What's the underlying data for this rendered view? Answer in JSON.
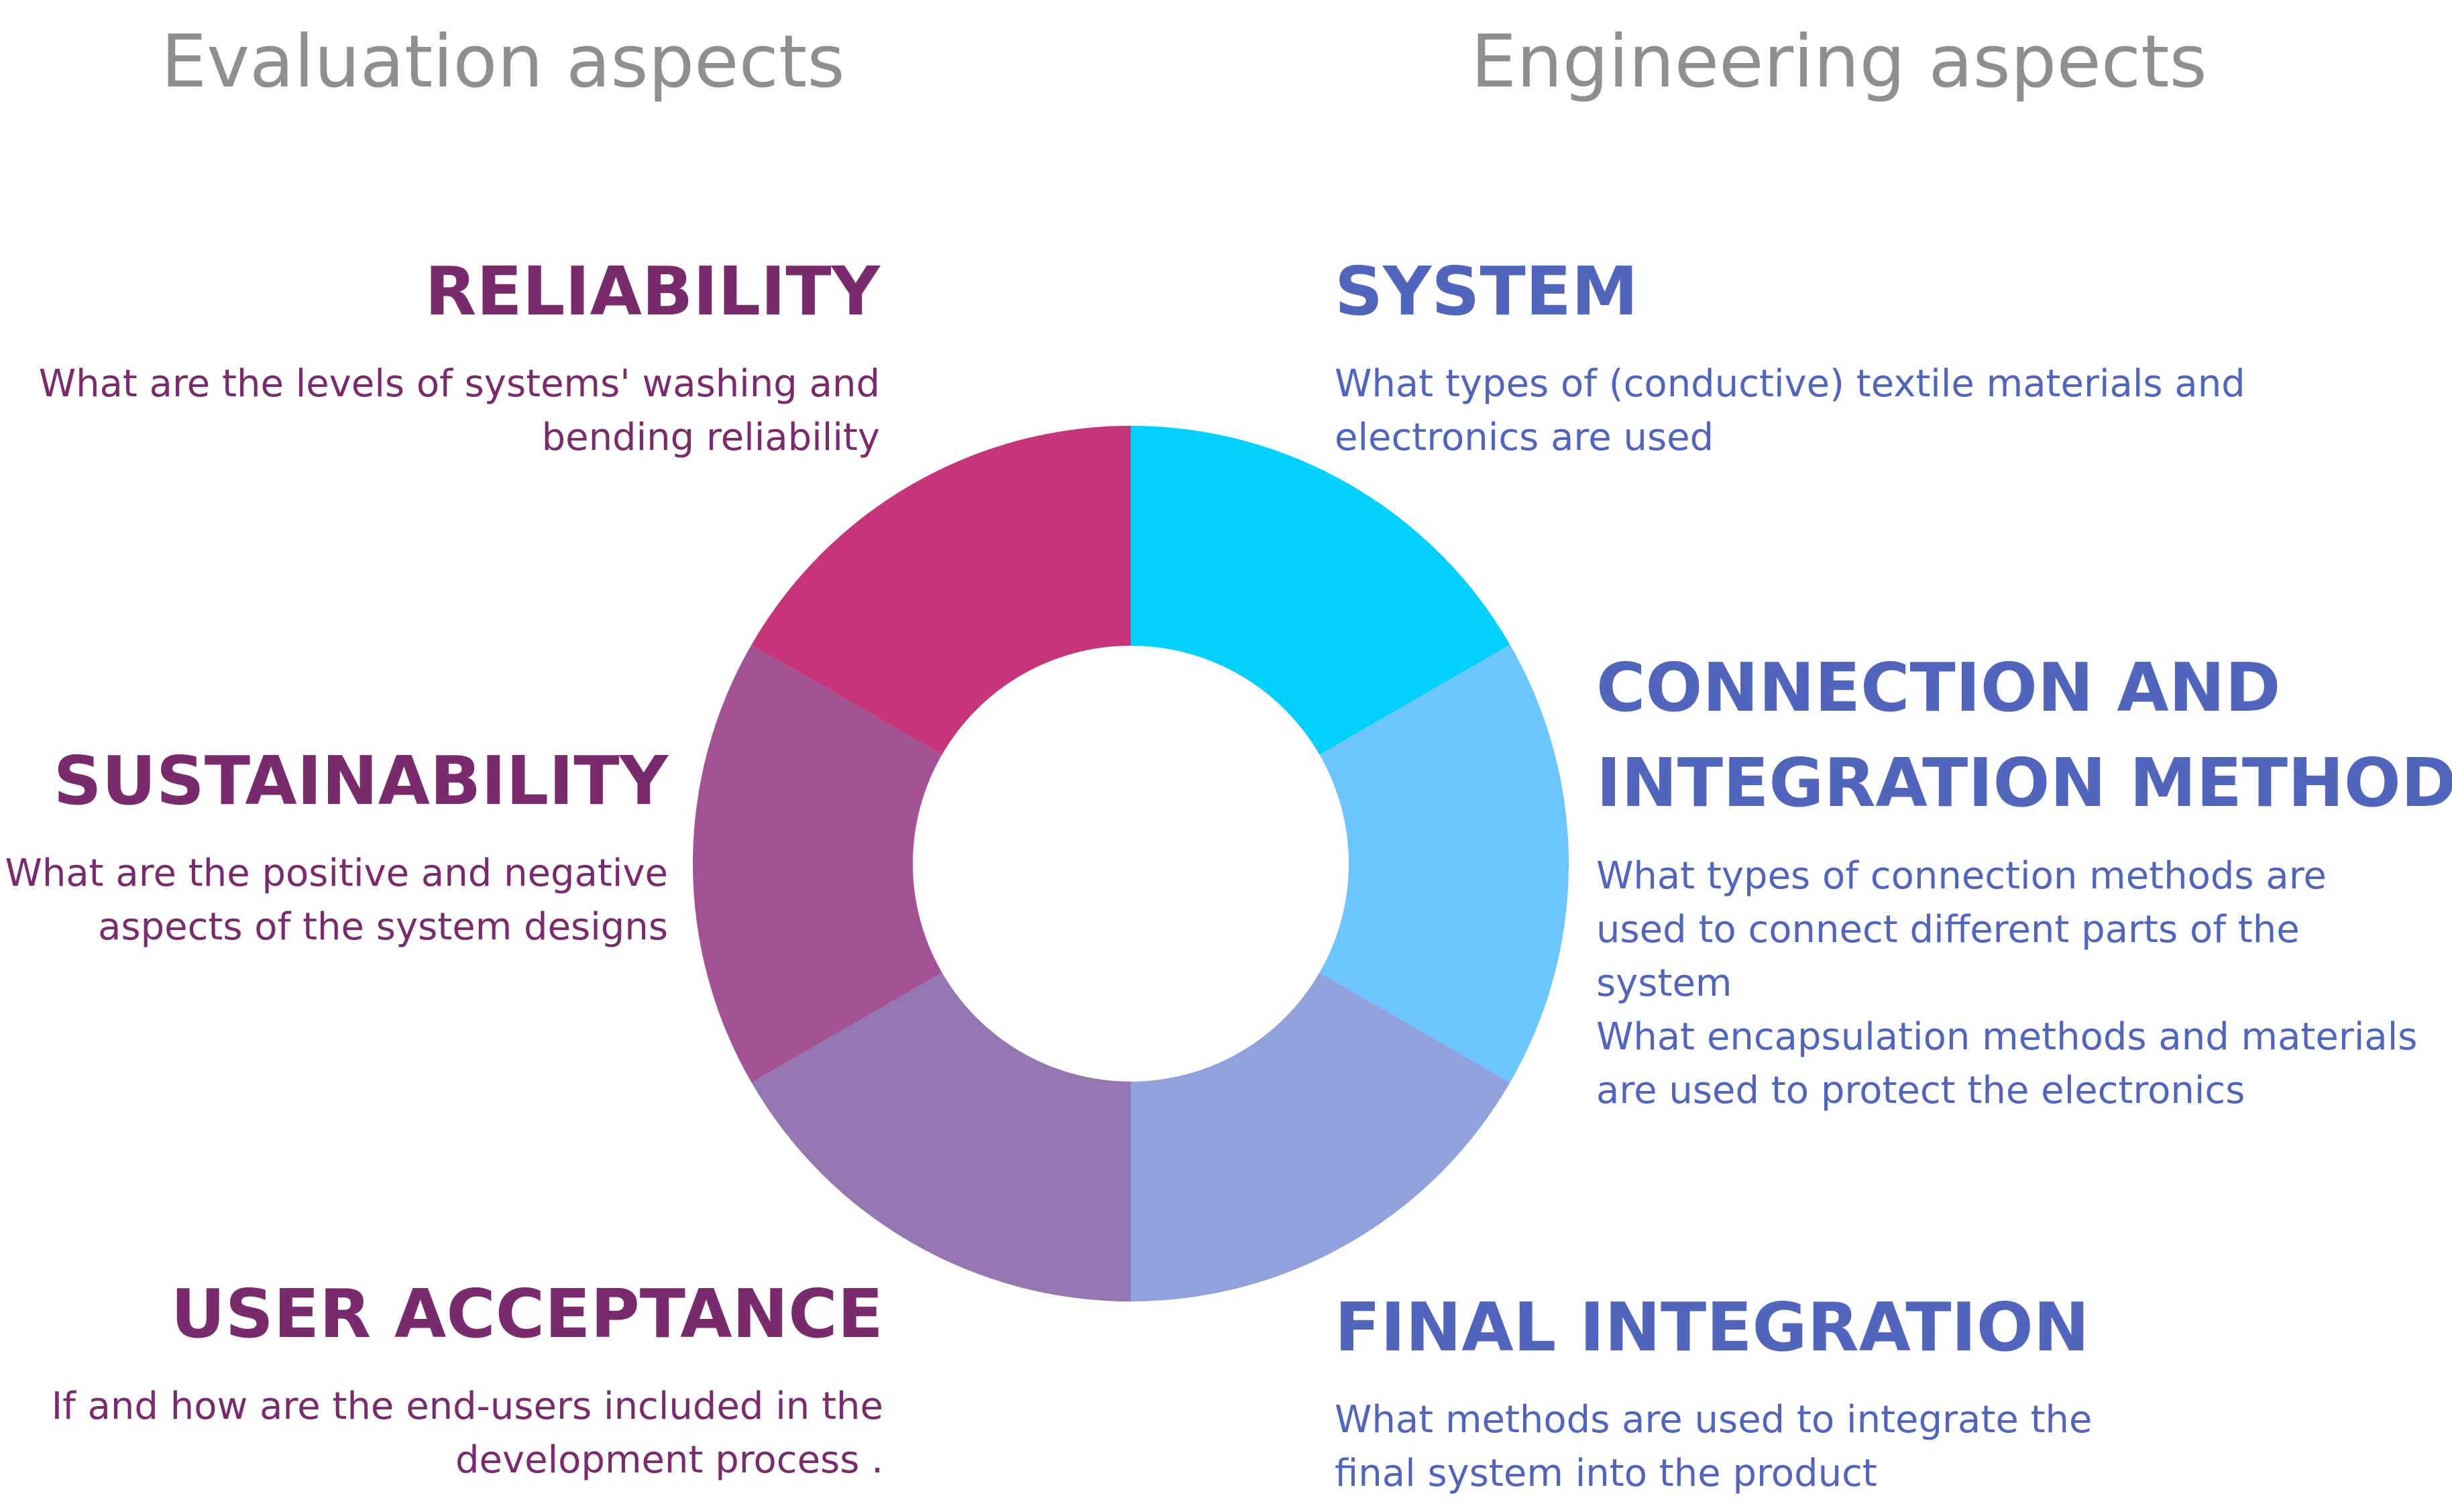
{
  "headers": {
    "left": "Evaluation aspects",
    "right": "Engineering aspects"
  },
  "evaluation": {
    "reliability": {
      "title": "RELIABILITY",
      "desc": [
        "What are the levels of systems' washing and",
        "bending  reliability"
      ]
    },
    "sustainability": {
      "title": "SUSTAINABILITY",
      "desc": [
        "What are the positive and negative",
        "aspects of the system designs"
      ]
    },
    "user_acceptance": {
      "title": "USER ACCEPTANCE",
      "desc": [
        "If and how are the end-users included in the",
        "development process ."
      ]
    }
  },
  "engineering": {
    "system": {
      "title": "SYSTEM",
      "desc": [
        "What types of (conductive) textile materials and",
        "electronics are used"
      ]
    },
    "connection": {
      "title": [
        "CONNECTION AND",
        "INTEGRATION METHODS"
      ],
      "desc": [
        "What types of connection methods are",
        "used to connect different parts of the",
        "system",
        "What encapsulation methods and materials",
        "are used to protect the electronics"
      ]
    },
    "final_integration": {
      "title": "FINAL INTEGRATION",
      "desc": [
        "What methods are used to integrate the",
        "final system into the product"
      ]
    }
  },
  "colors": {
    "evaluation_text": "#7a2b6d",
    "engineering_text": "#5165bd",
    "header_text": "#8f8f8f"
  },
  "chart_data": {
    "type": "pie",
    "donut": true,
    "segments": [
      {
        "label": "SYSTEM",
        "value": 1,
        "color": "#00d0fe"
      },
      {
        "label": "CONNECTION AND INTEGRATION METHODS",
        "value": 1,
        "color": "#6cc5fd"
      },
      {
        "label": "FINAL INTEGRATION",
        "value": 1,
        "color": "#90a1db"
      },
      {
        "label": "USER ACCEPTANCE",
        "value": 1,
        "color": "#9476b0"
      },
      {
        "label": "SUSTAINABILITY",
        "value": 1,
        "color": "#a35293"
      },
      {
        "label": "RELIABILITY",
        "value": 1,
        "color": "#c6357a"
      }
    ]
  }
}
